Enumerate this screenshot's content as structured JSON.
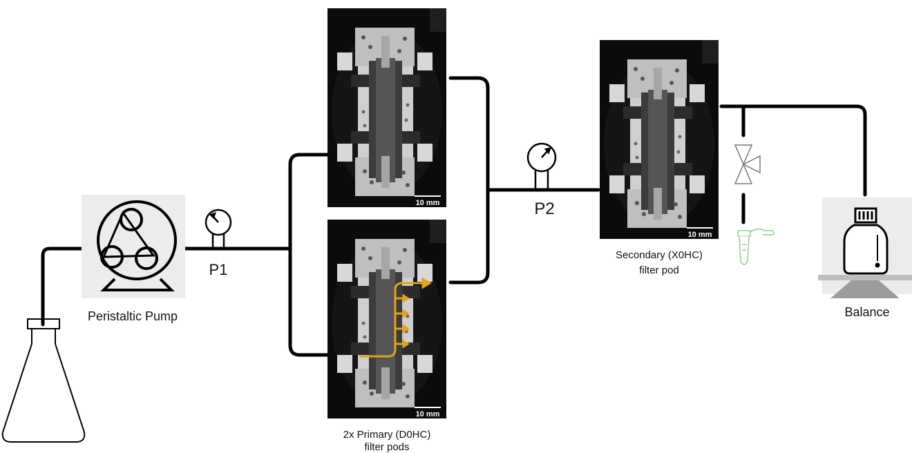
{
  "labels": {
    "pump": "Peristaltic Pump",
    "p1": "P1",
    "p2": "P2",
    "primary_line1": "2x Primary (D0HC)",
    "primary_line2": "filter pods",
    "secondary_line1": "Secondary (X0HC)",
    "secondary_line2": "filter pod",
    "balance": "Balance"
  },
  "scale_bars": {
    "primary_top": "10 mm",
    "primary_bottom": "10 mm",
    "secondary": "10 mm"
  },
  "icons": [
    "flask-icon",
    "peristaltic-pump-icon",
    "pressure-gauge-icon",
    "filter-pod-ct-image",
    "valve-icon",
    "sample-tube-icon",
    "bottle-icon",
    "balance-icon"
  ],
  "colors": {
    "flow_arrow": "#e2a21a",
    "sample_tube": "#8fd08a",
    "pipe": "#000000"
  }
}
